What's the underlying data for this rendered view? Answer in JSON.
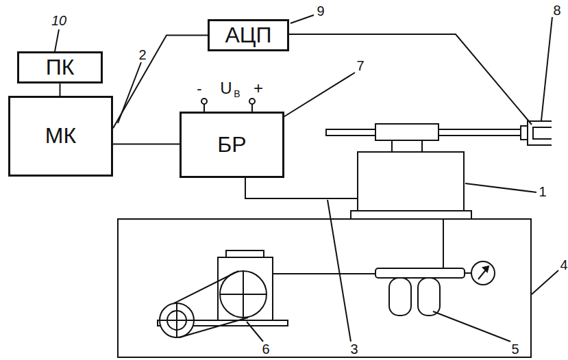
{
  "diagram": {
    "nodes": [
      {
        "text": [
          "ПК"
        ]
      },
      {
        "text": [
          "АЦП"
        ]
      },
      {
        "text": [
          "МК"
        ]
      },
      {
        "text": [
          "БР"
        ]
      }
    ],
    "edges": [
      {
        "from": 0,
        "to": 2,
        "arrow": "none"
      },
      {
        "from": 2,
        "to": 1,
        "arrow": "none"
      },
      {
        "from": 2,
        "to": 3,
        "arrow": "none"
      }
    ],
    "labels": [
      "9",
      "8",
      "10",
      "2",
      "7",
      "-",
      "U",
      "В",
      "+",
      "1",
      "4",
      "6",
      "3",
      "5"
    ]
  }
}
